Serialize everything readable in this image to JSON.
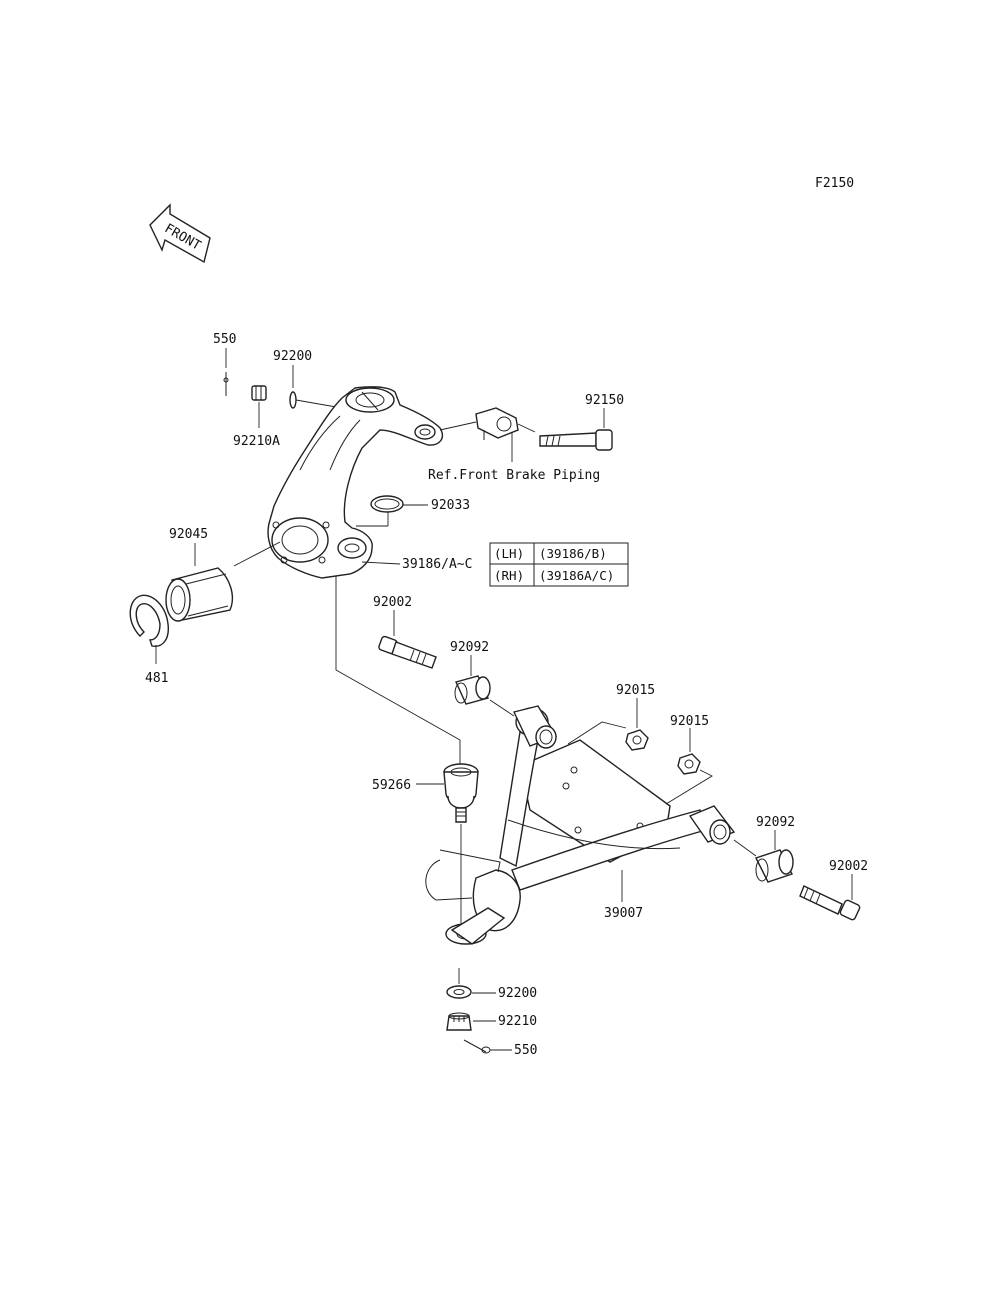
{
  "figure_code": "F2150",
  "front_label": "FRONT",
  "callouts": {
    "c550_top": "550",
    "c92200_top": "92200",
    "c92210A": "92210A",
    "c92150": "92150",
    "ref_brake": "Ref.Front Brake Piping",
    "c92033": "92033",
    "c92045": "92045",
    "c39186": "39186/A~C",
    "c481": "481",
    "c92002_left": "92002",
    "c92092_left": "92092",
    "c92015_a": "92015",
    "c92015_b": "92015",
    "c59266": "59266",
    "c92092_right": "92092",
    "c92002_right": "92002",
    "c39007": "39007",
    "c92200_bottom": "92200",
    "c92210": "92210",
    "c550_bottom": "550"
  },
  "variant_table": {
    "rows": [
      {
        "side": "(LH)",
        "part": "(39186/B)"
      },
      {
        "side": "(RH)",
        "part": "(39186A/C)"
      }
    ]
  }
}
